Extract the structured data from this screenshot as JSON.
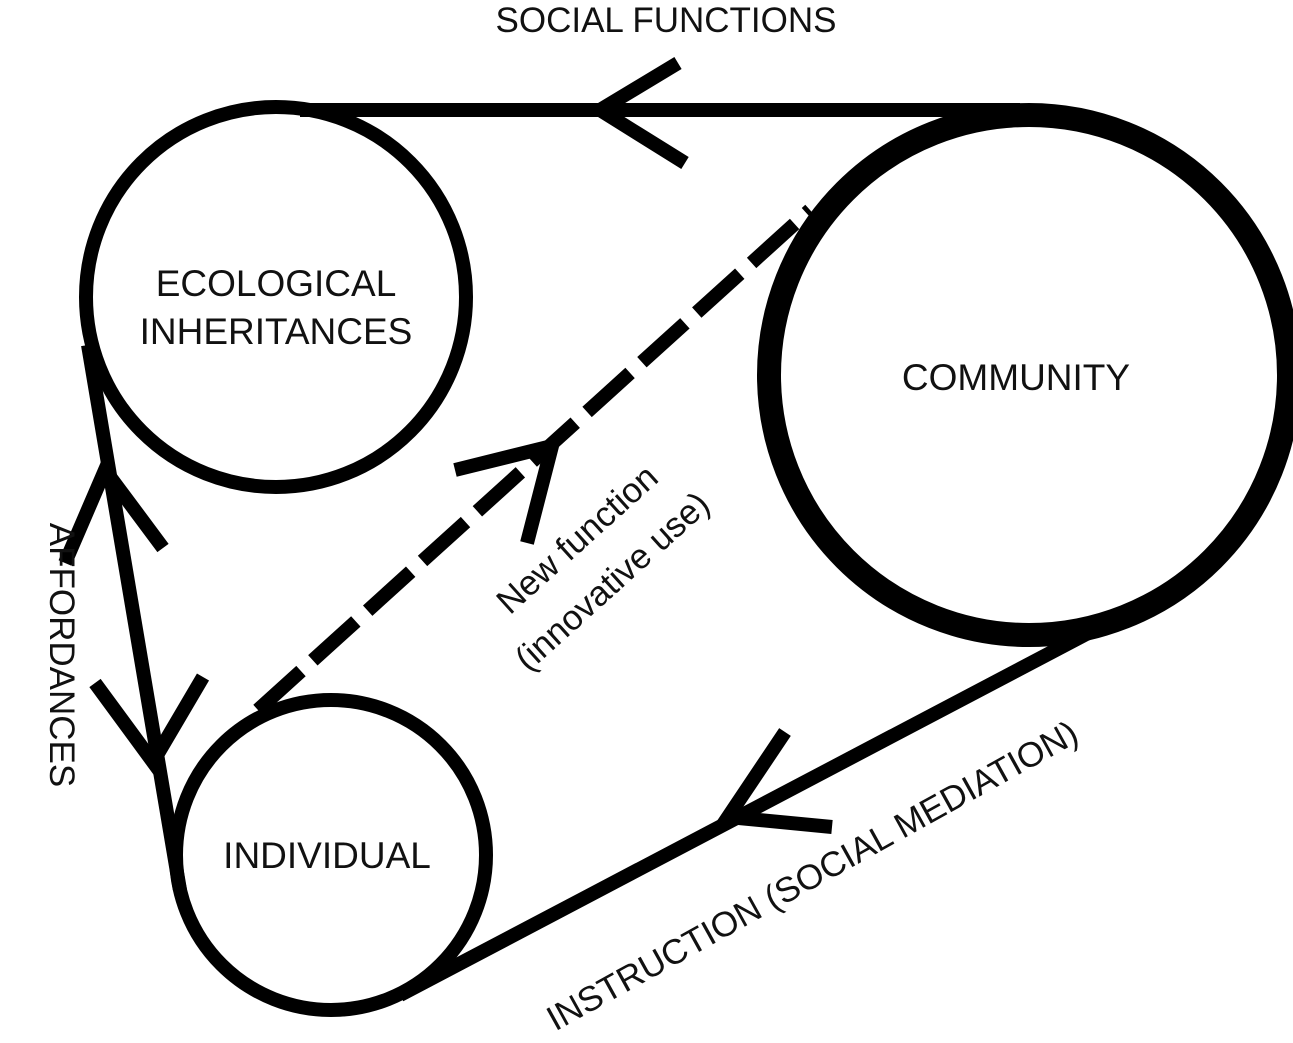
{
  "nodes": {
    "ecological": {
      "label_line1": "ECOLOGICAL",
      "label_line2": "INHERITANCES"
    },
    "community": {
      "label": "COMMUNITY"
    },
    "individual": {
      "label": "INDIVIDUAL"
    }
  },
  "edges": {
    "social_functions": {
      "label": "SOCIAL FUNCTIONS"
    },
    "affordances": {
      "label": "AFFORDANCES"
    },
    "new_function": {
      "label_line1": "New function",
      "label_line2": "(innovative use)"
    },
    "instruction": {
      "label": "INSTRUCTION (SOCIAL MEDIATION)"
    }
  },
  "colors": {
    "stroke": "#000000",
    "text": "#111111",
    "background": "#ffffff"
  }
}
